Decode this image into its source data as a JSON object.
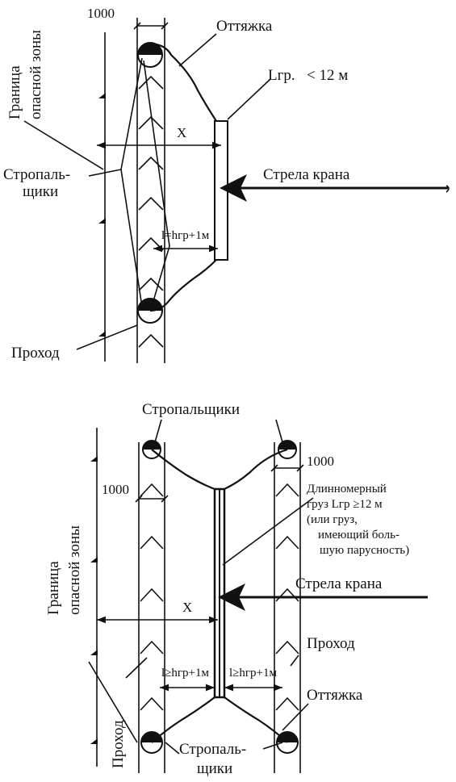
{
  "top": {
    "dim_1000": "1000",
    "guy_rope": "Оттяжка",
    "load_length": "Lгр.",
    "load_length_cond": "< 12 м",
    "zone_line1": "Граница",
    "zone_line2": "опасной зоны",
    "x_label": "X",
    "riggers_line1": "Стропаль-",
    "riggers_line2": "щики",
    "boom": "Стрела крана",
    "l_formula": "l=hгр+1м",
    "passage": "Проход"
  },
  "bottom": {
    "riggers_top": "Стропальщики",
    "dim_1000_left": "1000",
    "dim_1000_right": "1000",
    "long_load_1": "Длинномерный",
    "long_load_2": "груз Lгр ≥12 м",
    "long_load_3": "(или груз,",
    "long_load_4": "имеющий боль-",
    "long_load_5": "шую парусность)",
    "boom": "Стрела крана",
    "zone_line1": "Граница",
    "zone_line2": "опасной зоны",
    "x_label": "X",
    "passage_right": "Проход",
    "l_left": "l≥hгр+1м",
    "l_right": "l≥hгр+1м",
    "guy_rope": "Оттяжка",
    "passage_left": "Проход",
    "riggers_bottom_1": "Стропаль-",
    "riggers_bottom_2": "щики"
  }
}
